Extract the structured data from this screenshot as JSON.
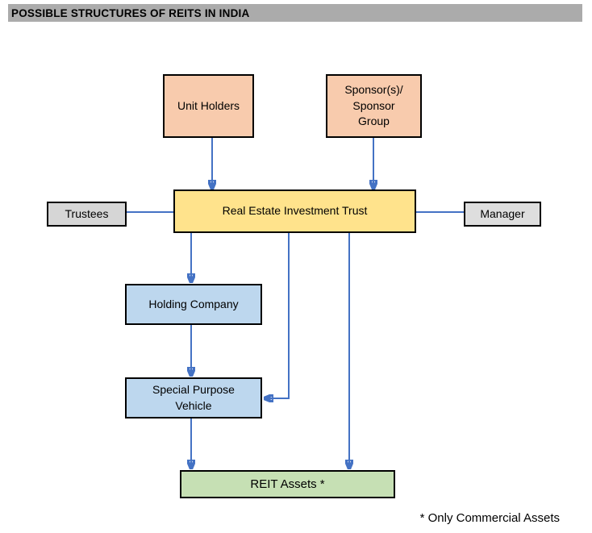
{
  "title": "POSSIBLE STRUCTURES OF REITS IN INDIA",
  "footnote": "* Only Commercial Assets",
  "colors": {
    "title_bar_bg": "#ABABAB",
    "sponsor_unit_bg": "#F8CBAD",
    "reit_bg": "#FFE38C",
    "gray_bg": "#D6D6D6",
    "blue_bg": "#BDD7EE",
    "green_bg": "#C6E0B4",
    "connector": "#4472C4",
    "border": "#000000"
  },
  "nodes": {
    "unit_holders": {
      "label": "Unit Holders"
    },
    "sponsor": {
      "line1": "Sponsor(s)/",
      "line2": "Sponsor",
      "line3": "Group"
    },
    "reit": {
      "label": "Real Estate Investment Trust"
    },
    "trustees": {
      "label": "Trustees"
    },
    "manager": {
      "label": "Manager"
    },
    "holding_company": {
      "label": "Holding Company"
    },
    "spv": {
      "line1": "Special Purpose",
      "line2": "Vehicle"
    },
    "reit_assets": {
      "label": "REIT Assets *"
    }
  },
  "edges": [
    {
      "from": "Unit Holders",
      "to": "Real Estate Investment Trust",
      "type": "arrow"
    },
    {
      "from": "Sponsor(s)/Sponsor Group",
      "to": "Real Estate Investment Trust",
      "type": "arrow"
    },
    {
      "from": "Trustees",
      "to": "Real Estate Investment Trust",
      "type": "line"
    },
    {
      "from": "Real Estate Investment Trust",
      "to": "Manager",
      "type": "line"
    },
    {
      "from": "Real Estate Investment Trust",
      "to": "Holding Company",
      "type": "arrow"
    },
    {
      "from": "Real Estate Investment Trust",
      "to": "Special Purpose Vehicle",
      "type": "elbow-arrow"
    },
    {
      "from": "Real Estate Investment Trust",
      "to": "REIT Assets *",
      "type": "arrow"
    },
    {
      "from": "Holding Company",
      "to": "Special Purpose Vehicle",
      "type": "arrow"
    },
    {
      "from": "Special Purpose Vehicle",
      "to": "REIT Assets *",
      "type": "arrow"
    }
  ]
}
